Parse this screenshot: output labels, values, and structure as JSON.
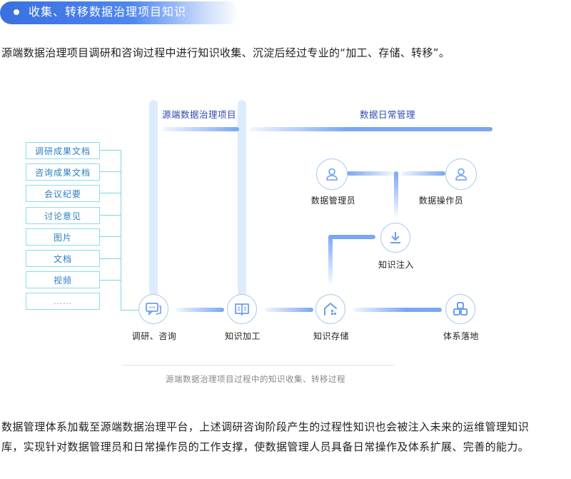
{
  "header": {
    "title": "收集、转移数据治理项目知识"
  },
  "intro_text": "源端数据治理项目调研和咨询过程中进行知识收集、沉淀后经过专业的“加工、存储、转移”。",
  "diagram": {
    "section_source": "源端数据治理项目",
    "section_daily": "数据日常管理",
    "sources": [
      "调研成果文档",
      "咨询成果文档",
      "会议纪要",
      "讨论意见",
      "图片",
      "文档",
      "视频",
      "……"
    ],
    "nodes": {
      "research": {
        "label": "调研、咨询",
        "icon": "chat-icon"
      },
      "processing": {
        "label": "知识加工",
        "icon": "book-icon"
      },
      "storage": {
        "label": "知识存储",
        "icon": "house-icon"
      },
      "landing": {
        "label": "体系落地",
        "icon": "blocks-icon"
      },
      "injection": {
        "label": "知识注入",
        "icon": "download-icon"
      },
      "manager": {
        "label": "数据管理员",
        "icon": "user-icon"
      },
      "operator": {
        "label": "数据操作员",
        "icon": "user-icon"
      }
    },
    "caption": "源端数据治理项目过程中的知识收集、转移过程"
  },
  "outro_lines": [
    "数据管理体系加载至源端数据治理平台，上述调研咨询阶段产生的过程性知识也会被注入未来的运维管理知识",
    "库，实现针对数据管理员和日常操作员的工作支撑，使数据管理人员具备日常操作及体系扩展、完善的能力。"
  ],
  "colors": {
    "accent": "#3a6fe0",
    "bar": "#7aa6f5",
    "pale_bar": "#dcecfd",
    "box_border": "#8fdbe6",
    "icon": "#6c9ef0"
  }
}
